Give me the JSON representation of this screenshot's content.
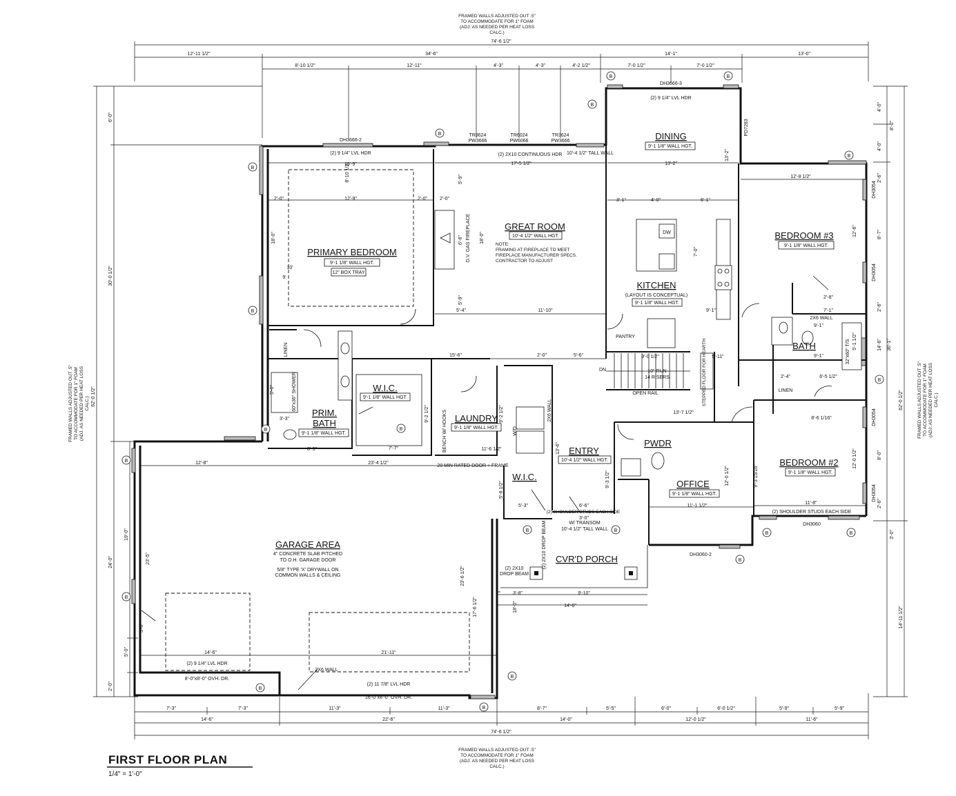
{
  "top_note": [
    "FRAMED WALLS ADJUSTED OUT .5\"",
    "TO ACCOMMODATE FOR 1\" FOAM",
    "(ADJ. AS NEEDED PER HEAT LOSS",
    "CALC.)"
  ],
  "bottom_note": [
    "FRAMED WALLS ADJUSTED OUT .5\"",
    "TO ACCOMMODATE FOR 1\" FOAM",
    "(ADJ. AS NEEDED PER HEAT LOSS",
    "CALC.)"
  ],
  "left_note": [
    "FRAMED WALLS ADJUSTED OUT .5\"",
    "TO ACCOMMODATE FOR 1\" FOAM",
    "(ADJ. AS NEEDED PER HEAT LOSS",
    "CALC.)"
  ],
  "right_note": [
    "FRAMED WALLS ADJUSTED OUT .5\"",
    "TO ACCOMMODATE FOR 1\" FOAM",
    "(ADJ. AS NEEDED PER HEAT LOSS",
    "CALC.)"
  ],
  "overall_width": "74'-6 1/2\"",
  "overall_depth": "62'-0 1/2\"",
  "top_dims_row1": [
    "12'-11 1/2\"",
    "34'-6\"",
    "14'-1\"",
    "13'-0\""
  ],
  "top_dims_row2": [
    "8'-10 1/2\"",
    "12'-11\"",
    "4'-3\"",
    "4'-3\"",
    "4'-2 1/2\"",
    "7'-0 1/2\"",
    "7'-0 1/2\""
  ],
  "bottom_dims_row1": [
    "7'-3\"",
    "7'-3\"",
    "11'-3\"",
    "11'-3\"",
    "8'-7\"",
    "5'-5\"",
    "6'-0\"",
    "6'-0 1/2\"",
    "5'-9\"",
    "5'-9\""
  ],
  "bottom_dims_row2": [
    "14'-6\"",
    "22'-6\"",
    "14'-0\"",
    "12'-0 1/2\"",
    "11'-6\""
  ],
  "left_dims_outer": [
    "30'-0 1/2\"",
    "24'-0\""
  ],
  "left_dims_inner": [
    "6'-0\"",
    "19'-0\"",
    "5'-0\"",
    "2'-0\""
  ],
  "right_dims_outer": [
    "36'-1\"",
    "14'-11 1/2\""
  ],
  "right_dims_inner": [
    "4'-0\"",
    "4'-0\"",
    "8'-0\"",
    "2'-6\"",
    "8'-7\"",
    "2'-6\"",
    "14'-6\"",
    "8'-0\"",
    "2'-6\"",
    "3'-0\""
  ],
  "rooms": {
    "primary_bedroom": {
      "name": "PRIMARY BEDROOM",
      "hgt": "9'-1 1/8\" WALL HGT.",
      "extra": "12\" BOX TRAY"
    },
    "great_room": {
      "name": "GREAT ROOM",
      "hgt": "10'-4 1/2\" WALL HGT."
    },
    "great_room_note": [
      "NOTE:",
      "FRAMING AT FIREPLACE TO MEET",
      "FIREPLACE MANUFACTURER SPECS.",
      "CONTRACTOR TO ADJUST"
    ],
    "dining": {
      "name": "DINING",
      "hgt": "9'-1 1/8\" WALL HGT."
    },
    "kitchen": {
      "name": "KITCHEN",
      "sub": "(LAYOUT IS CONCEPTUAL)",
      "hgt": "9'-1 1/8\" WALL HGT."
    },
    "bedroom3": {
      "name": "BEDROOM #3",
      "hgt": "9'-1 1/8\" WALL HGT."
    },
    "bath": {
      "name": "BATH"
    },
    "bedroom2": {
      "name": "BEDROOM #2",
      "hgt": "9'-1 1/8\" WALL HGT."
    },
    "wic1": {
      "name": "W.I.C.",
      "hgt": "9'-1 1/8\" WALL HGT."
    },
    "prim_bath": {
      "name1": "PRIM.",
      "name2": "BATH",
      "hgt": "9'-1 1/8\" WALL HGT."
    },
    "laundry": {
      "name": "LAUNDRY",
      "hgt": "9'-1 1/8\" WALL HGT."
    },
    "entry": {
      "name": "ENTRY",
      "hgt": "10'-4 1/2\" WALL HGT."
    },
    "pwdr": {
      "name": "PWDR"
    },
    "office": {
      "name": "OFFICE",
      "hgt": "9'-1 1/8\" WALL HGT."
    },
    "wic2": {
      "name": "W.I.C."
    },
    "garage": {
      "name": "GARAGE AREA",
      "lines": [
        "4\" CONCRETE SLAB PITCHED",
        "TO O.H. GARAGE DOOR",
        "",
        "5/8\" TYPE 'X' DRYWALL ON",
        "COMMON WALLS & CEILING"
      ]
    },
    "porch": {
      "name": "CVR'D PORCH"
    }
  },
  "labels": {
    "fireplace": "D.V. GAS FIREPLACE",
    "dh3666_2": "DH3666-2",
    "dh3666_3": "DH3666-3",
    "tr3624_a": "TR3624",
    "pw3666_a": "PW3666",
    "tr6024": "TR6024",
    "pw6066": "PW6066",
    "tr3624_b": "TR3624",
    "pw3666_b": "PW3666",
    "lvl_hdr_primary": "(2) 9 1/4\" LVL HDR",
    "continuous_hdr": "(2) 2X10 CONTINUOUS HDR",
    "tall_wall": "10'-4 1/2\" TALL WALL",
    "lvl_hdr_dining": "(2) 9 1/4\" LVL HDR",
    "stairs": [
      "10\" RUN",
      "14 RISERS"
    ],
    "open_rail": "OPEN RAIL",
    "dn": "DN",
    "pantry": "PANTRY",
    "dw": "DW",
    "linen1": "LINEN",
    "linen2": "LINEN",
    "shower": "60\"x36\" SHOWER",
    "tub": "32\"x60\" T/S",
    "bench": "BENCH W/ HOOKS",
    "wd": "W/D",
    "fire_door": "20 MIN RATED DOOR + FRAME",
    "two_x6_wall_laundry": "2X6 WALL",
    "two_x6_wall_bath": "2X6 WALL",
    "shoulder_studs_bed2": "(2) SHOULDER STUDS EACH SIDE",
    "shoulder_studs_entry": "(2) SHOULDER STUDS EACH SIDE",
    "transom": "W/ TRANSOM",
    "transom_wall": "10'-4 1/2\" TALL WALL",
    "dh3060": "DH3060",
    "dh3060_2": "DH3060-2",
    "dh3054_a": "DH3054",
    "dh3054_b": "DH3054",
    "dh3054_c": "DH3054",
    "dh3054_d": "DH3054",
    "pd7283": "PD7283",
    "lvl_hdr_garage1": "(2) 9 1/4\" LVL HDR",
    "lvl_hdr_garage2": "(2) 11 7/8\" LVL HDR",
    "ohd1": "8'-0\"x8'-0\" OVH. DR.",
    "ohd2": "16'-0\"x8'-0\" OVH. DR.",
    "two_x6_wall_garage": "2X6 WALL",
    "drop_beam_a": "(2) 2X10",
    "drop_beam_b": "DROP BEAM",
    "drop_beam_vert": "(2) 2X10 DROP BEAM",
    "stepped_floor": "STEPPED FLOOR FOR HEARTH",
    "b": "B"
  },
  "interior_dims": {
    "pb_width": "16'-9\"",
    "pb_row": [
      "2'-0\"",
      "12'-9\"",
      "2'-0\""
    ],
    "pb_height": "18'-0\"",
    "pb_10": "10'",
    "pb_9": "9'",
    "gr_top": "17'-5 1/2\"",
    "gr_fp": [
      "5'-9\"",
      "6'-6\"",
      "5'-9\""
    ],
    "gr_height": "18'-0\"",
    "gr_bottom": [
      "5'-4\"",
      "11'-10\""
    ],
    "dining": "13'-2\"",
    "dining_v": "13'-2\"",
    "kitchen_row": [
      "3'-1\"",
      "4'-0\"",
      "6'-1\""
    ],
    "kitchen_v": "7'-0\"",
    "kitchen_9": "9'-1\"",
    "bed3_w": "12'-8 1/2\"",
    "bed3_v": "12'-6\"",
    "bed3_28": "2'-8\"",
    "bed3_71": "7'-1\"",
    "bath_91a": "9'-1\"",
    "bath_91b": "9'-1\"",
    "bath_51": "5'-1 1/2\"",
    "bed2_w": "11'-8\"",
    "bed2_v": "12'-0 1/2\"",
    "bed2_86": "8'-6 1/16\"",
    "bed2_651": "6'-5 1/2\"",
    "bed2_24": "2'-4\"",
    "garage_w1": "12'-8\"",
    "garage_w2": "23'-4 1/2\"",
    "garage_h1": "23'-5\"",
    "garage_h2": "23'-6 1/2\"",
    "garage_146": "14'-6\"",
    "garage_2111": "21'-11\"",
    "garage_176": "17'-6 1/2\"",
    "garage_30": "3'-0\"",
    "porch_146": "14'-6\"",
    "porch_910": "9'-10\"",
    "porch_38": "3'-8\"",
    "porch_180": "18'-0\"",
    "office_111": "11'-1 1/2\"",
    "office_120": "12'-0 1/2\"",
    "office_93": "9'-3 1/2\"",
    "office_93b": "9'-3 15/16\"",
    "entry_136": "13'-6\"",
    "entry_137": "13'-7 1/2\"",
    "entry_66": "6'-6\"",
    "entry_30": "3'-0\"",
    "stair_90": "9'-0 1/2\"",
    "stair_511": "5'-11\"",
    "hall_156": "15'-6\"",
    "hall_20": "2'-0\"",
    "hall_56": "5'-6\"",
    "wic2_53": "5'-3\"",
    "wic2_5": "5'-6 1/2\"",
    "laundry_116": "11'-6 1/2\"",
    "laundry_92": "9'-2 1/2\"",
    "pbath_33": "3'-3\"",
    "pbath_89": "8'-9\"",
    "pbath_50": "5'-0\"",
    "wic1_77": "7'-7\"",
    "wic1_92": "9'-2 1/2\""
  },
  "plan_title": "FIRST FLOOR PLAN",
  "plan_scale": "1/4\" = 1'-0\""
}
